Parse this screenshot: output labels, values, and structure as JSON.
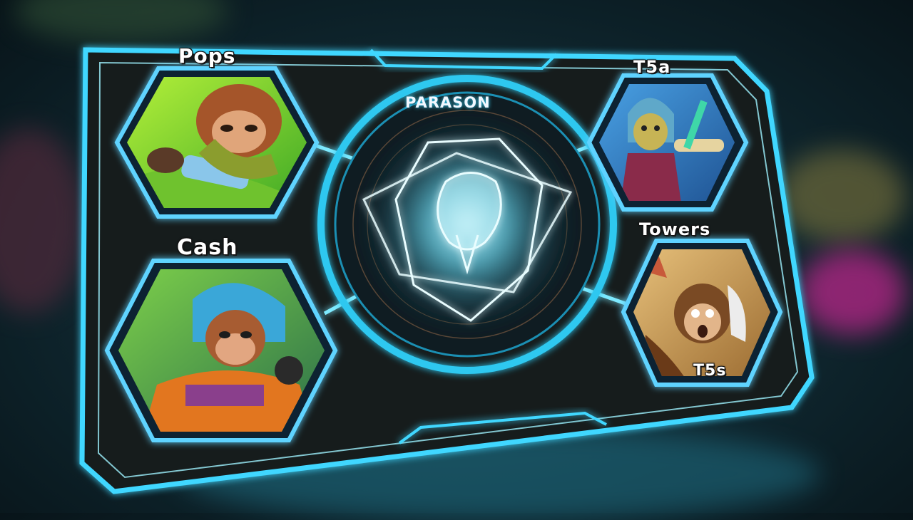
{
  "panel": {
    "center_title": "PARASON"
  },
  "hexes": {
    "pops": {
      "label": "Pops"
    },
    "cash": {
      "label": "Cash"
    },
    "t5a": {
      "label": "T5a"
    },
    "towers": {
      "label": "Towers",
      "sub_label": "T5s"
    }
  },
  "colors": {
    "frame_cyan": "#3fd7ff",
    "frame_glow": "#9ff2ff",
    "panel_dark": "#151c21",
    "hex_border": "#5fd3ff"
  },
  "icons": {
    "center": "paragon-crystal-icon",
    "pops": "monkey-sleeping-portrait",
    "cash": "monkey-engineer-portrait",
    "t5a": "monkey-hooded-portrait",
    "towers": "monkey-scared-portrait"
  }
}
